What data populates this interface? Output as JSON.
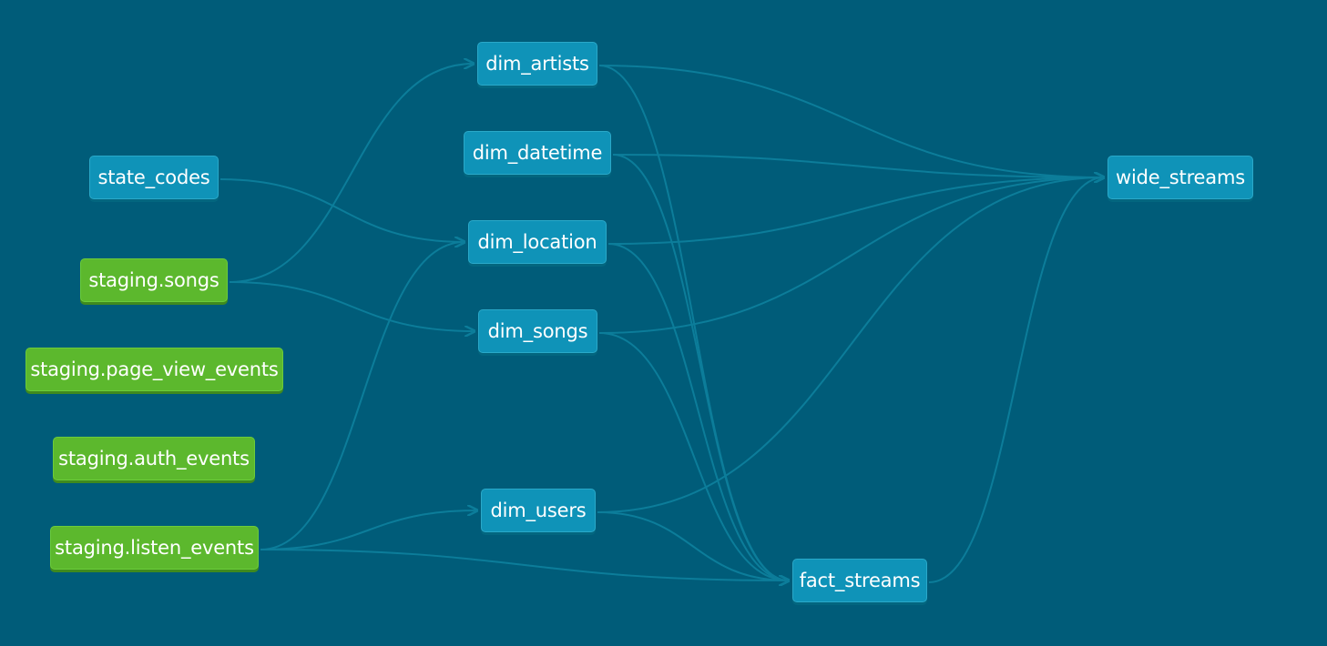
{
  "colors": {
    "background": "#005c79",
    "model_node": "#0f93b8",
    "source_node": "#5cb82d",
    "edge": "#0c7d9a"
  },
  "nodes": {
    "state_codes": {
      "label": "state_codes",
      "kind": "model"
    },
    "staging_songs": {
      "label": "staging.songs",
      "kind": "source"
    },
    "staging_page_view_events": {
      "label": "staging.page_view_events",
      "kind": "source"
    },
    "staging_auth_events": {
      "label": "staging.auth_events",
      "kind": "source"
    },
    "staging_listen_events": {
      "label": "staging.listen_events",
      "kind": "source"
    },
    "dim_artists": {
      "label": "dim_artists",
      "kind": "model"
    },
    "dim_datetime": {
      "label": "dim_datetime",
      "kind": "model"
    },
    "dim_location": {
      "label": "dim_location",
      "kind": "model"
    },
    "dim_songs": {
      "label": "dim_songs",
      "kind": "model"
    },
    "dim_users": {
      "label": "dim_users",
      "kind": "model"
    },
    "fact_streams": {
      "label": "fact_streams",
      "kind": "model"
    },
    "wide_streams": {
      "label": "wide_streams",
      "kind": "model"
    }
  },
  "edges": [
    {
      "from": "staging_songs",
      "to": "dim_artists"
    },
    {
      "from": "staging_songs",
      "to": "dim_songs"
    },
    {
      "from": "state_codes",
      "to": "dim_location"
    },
    {
      "from": "staging_listen_events",
      "to": "dim_location"
    },
    {
      "from": "staging_listen_events",
      "to": "dim_users"
    },
    {
      "from": "staging_listen_events",
      "to": "fact_streams"
    },
    {
      "from": "dim_artists",
      "to": "wide_streams"
    },
    {
      "from": "dim_datetime",
      "to": "wide_streams"
    },
    {
      "from": "dim_location",
      "to": "wide_streams"
    },
    {
      "from": "dim_songs",
      "to": "wide_streams"
    },
    {
      "from": "dim_users",
      "to": "wide_streams"
    },
    {
      "from": "fact_streams",
      "to": "wide_streams"
    },
    {
      "from": "dim_artists",
      "to": "fact_streams"
    },
    {
      "from": "dim_datetime",
      "to": "fact_streams"
    },
    {
      "from": "dim_location",
      "to": "fact_streams"
    },
    {
      "from": "dim_songs",
      "to": "fact_streams"
    },
    {
      "from": "dim_users",
      "to": "fact_streams"
    }
  ]
}
